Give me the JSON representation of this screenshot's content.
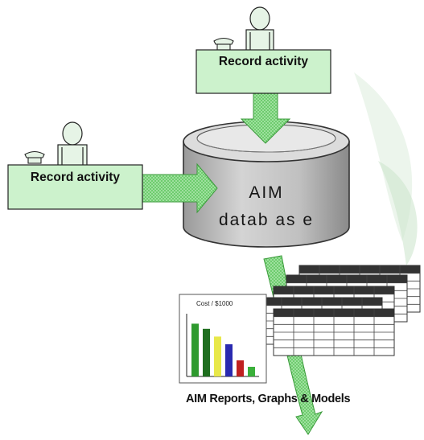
{
  "diagram": {
    "top_box_label": "Record activity",
    "left_box_label": "Record activity",
    "db_line1": "AIM",
    "db_line2": "datab as e",
    "mini_chart_title": "Cost / $1000",
    "caption": "AIM Reports, Graphs & Models",
    "mini_chart_bars": [
      {
        "value": 0.82,
        "color": "#2e9a2e"
      },
      {
        "value": 0.74,
        "color": "#1f6e1f"
      },
      {
        "value": 0.62,
        "color": "#e8e84a"
      },
      {
        "value": 0.5,
        "color": "#2a2ab0"
      },
      {
        "value": 0.25,
        "color": "#c02020"
      },
      {
        "value": 0.15,
        "color": "#3ab03a"
      }
    ]
  }
}
